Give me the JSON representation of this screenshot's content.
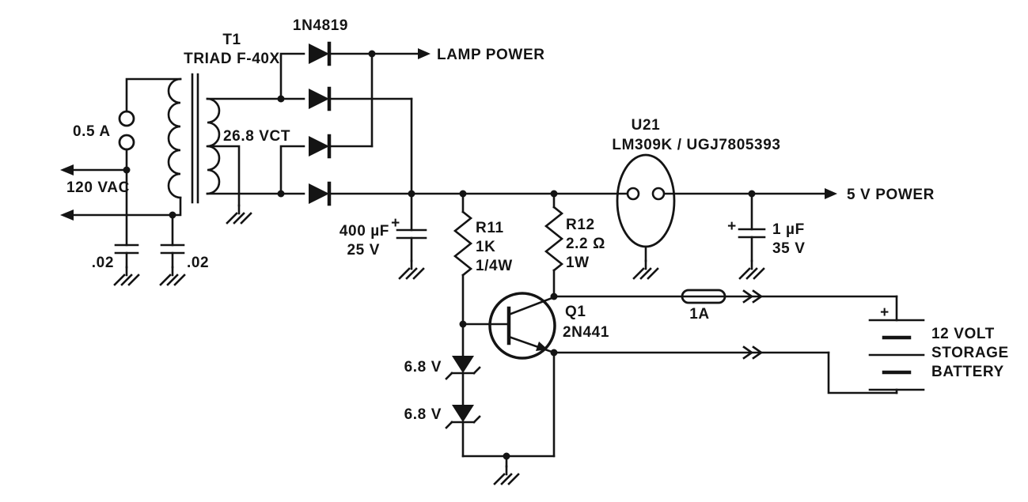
{
  "schematic": {
    "transformer": {
      "ref": "T1",
      "part": "TRIAD F-40X",
      "secondary_rating": "26.8 VCT"
    },
    "primary_fuse_label": "0.5 A",
    "ac_input_label": "120 VAC",
    "filter_cap_left": ".02",
    "filter_cap_right": ".02",
    "rectifier_part": "1N4819",
    "lamp_output_label": "LAMP POWER",
    "main_cap": {
      "plus": "+",
      "value": "400 µF",
      "voltage": "25 V"
    },
    "r11": {
      "ref": "R11",
      "value": "1K",
      "power": "1/4W"
    },
    "r12": {
      "ref": "R12",
      "value": "2.2 Ω",
      "power": "1W"
    },
    "regulator": {
      "ref": "U21",
      "part": "LM309K / UGJ7805393"
    },
    "output_cap": {
      "plus": "+",
      "value": "1 µF",
      "voltage": "35 V"
    },
    "five_v_output_label": "5 V POWER",
    "transistor": {
      "ref": "Q1",
      "part": "2N441"
    },
    "zener_top": "6.8 V",
    "zener_bottom": "6.8 V",
    "battery_fuse_label": "1A",
    "battery": {
      "plus": "+",
      "line1": "12 VOLT",
      "line2": "STORAGE",
      "line3": "BATTERY"
    }
  }
}
